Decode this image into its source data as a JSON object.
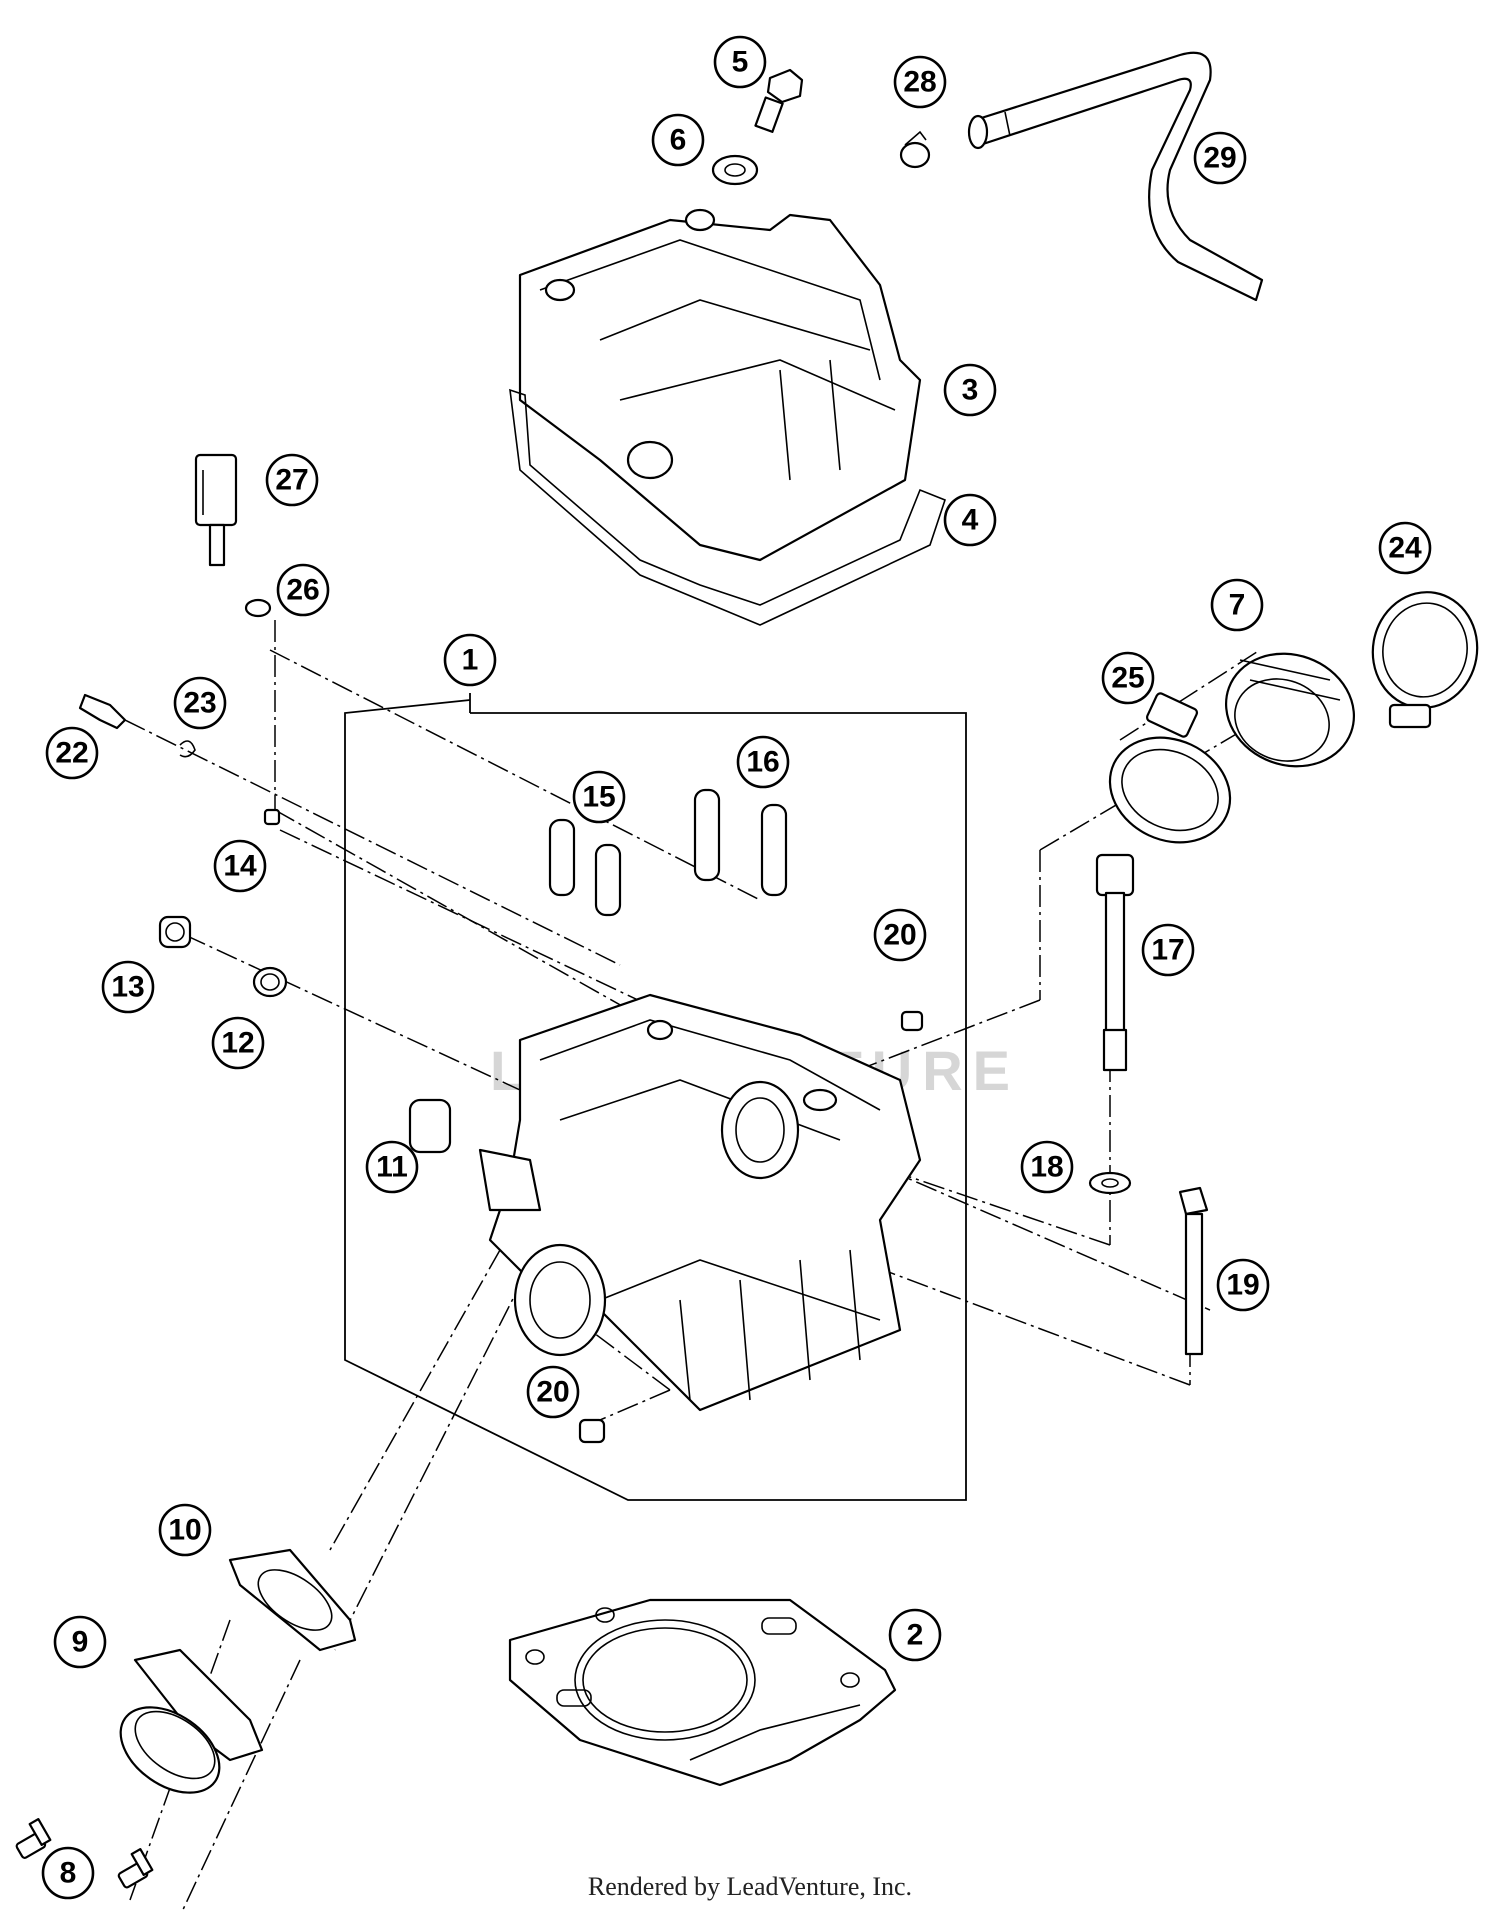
{
  "watermark": "LEADVENTURE",
  "footer": "Rendered by LeadVenture, Inc.",
  "callouts": [
    {
      "id": "c1",
      "label": "1"
    },
    {
      "id": "c2",
      "label": "2"
    },
    {
      "id": "c3",
      "label": "3"
    },
    {
      "id": "c4",
      "label": "4"
    },
    {
      "id": "c5",
      "label": "5"
    },
    {
      "id": "c6",
      "label": "6"
    },
    {
      "id": "c7",
      "label": "7"
    },
    {
      "id": "c8",
      "label": "8"
    },
    {
      "id": "c9",
      "label": "9"
    },
    {
      "id": "c10",
      "label": "10"
    },
    {
      "id": "c11",
      "label": "11"
    },
    {
      "id": "c12",
      "label": "12"
    },
    {
      "id": "c13",
      "label": "13"
    },
    {
      "id": "c14",
      "label": "14"
    },
    {
      "id": "c15",
      "label": "15"
    },
    {
      "id": "c16",
      "label": "16"
    },
    {
      "id": "c17",
      "label": "17"
    },
    {
      "id": "c18",
      "label": "18"
    },
    {
      "id": "c19",
      "label": "19"
    },
    {
      "id": "c20a",
      "label": "20"
    },
    {
      "id": "c20b",
      "label": "20"
    },
    {
      "id": "c22",
      "label": "22"
    },
    {
      "id": "c23",
      "label": "23"
    },
    {
      "id": "c24",
      "label": "24"
    },
    {
      "id": "c25",
      "label": "25"
    },
    {
      "id": "c26",
      "label": "26"
    },
    {
      "id": "c27",
      "label": "27"
    },
    {
      "id": "c28",
      "label": "28"
    },
    {
      "id": "c29",
      "label": "29"
    }
  ]
}
